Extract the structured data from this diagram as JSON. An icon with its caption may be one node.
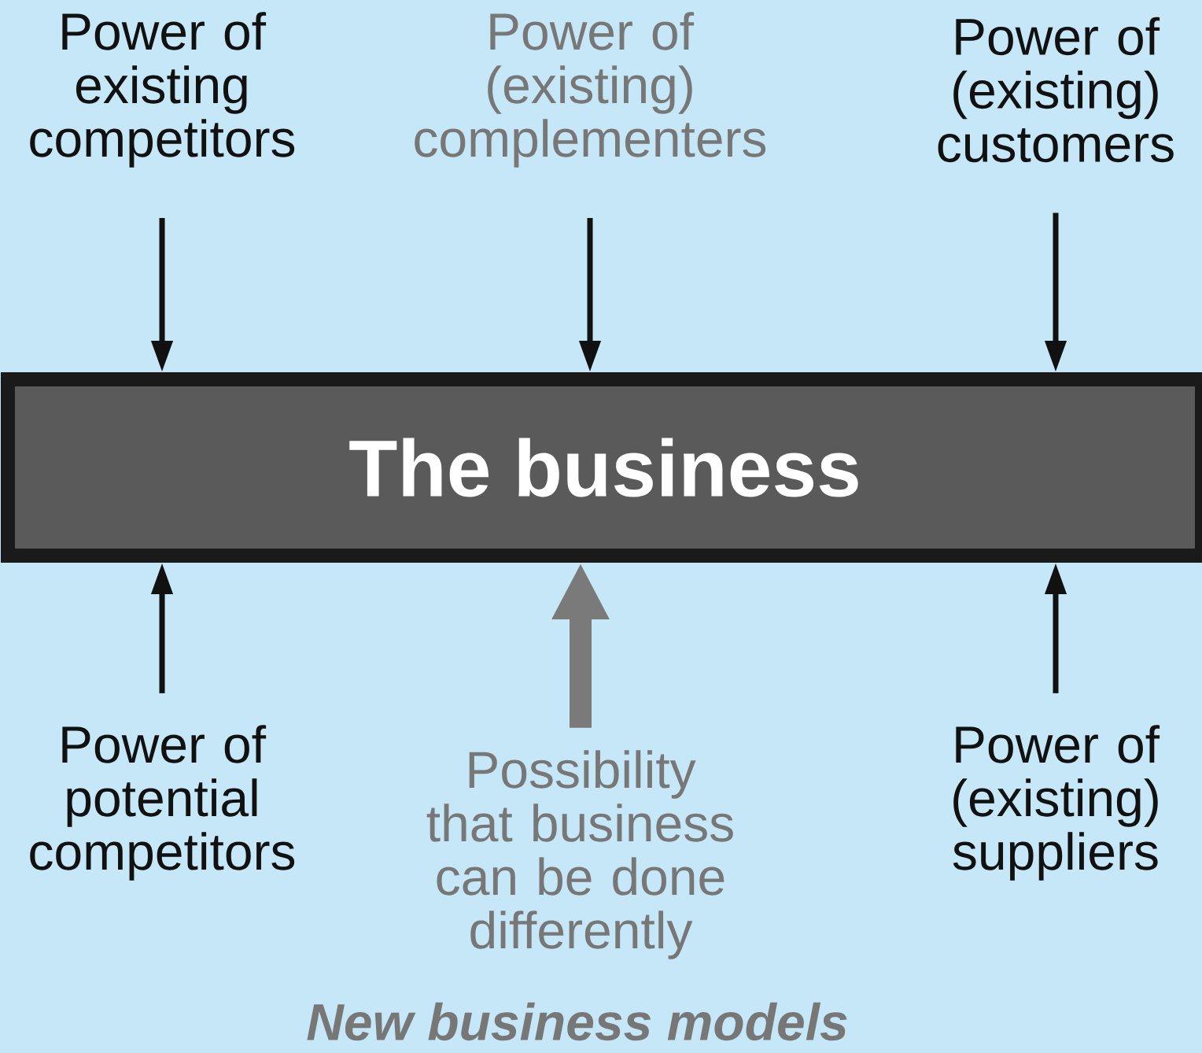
{
  "diagram": {
    "nodes": [
      {
        "text": [
          "Power of existing competitors"
        ]
      },
      {
        "text": [
          "Power of (existing) complementers"
        ]
      },
      {
        "text": [
          "Power of (existing) customers"
        ]
      },
      {
        "text": [
          "The business"
        ]
      },
      {
        "text": [
          "Power of potential competitors"
        ]
      },
      {
        "text": [
          "Possibility that business can be done differently"
        ]
      },
      {
        "text": [
          "Power of (existing) suppliers"
        ]
      }
    ],
    "edges": [
      {
        "from": 0,
        "to": 3,
        "arrow": "to"
      },
      {
        "from": 1,
        "to": 3,
        "arrow": "to"
      },
      {
        "from": 2,
        "to": 3,
        "arrow": "to"
      },
      {
        "from": 4,
        "to": 3,
        "arrow": "to"
      },
      {
        "from": 5,
        "to": 3,
        "arrow": "to",
        "style": "thick",
        "color": "#7a7a7a"
      },
      {
        "from": 6,
        "to": 3,
        "arrow": "to"
      }
    ],
    "labels": [
      "New business models"
    ]
  }
}
